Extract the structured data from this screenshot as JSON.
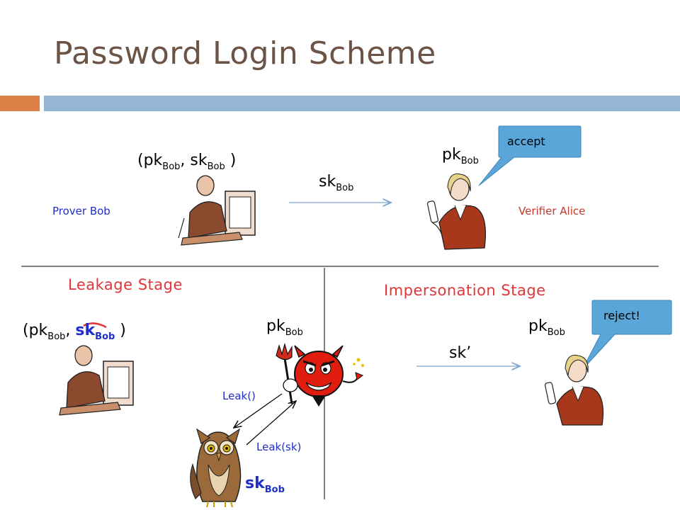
{
  "title": "Password Login Scheme",
  "top": {
    "prover_keys": {
      "open": "(pk",
      "sub1": "Bob",
      "mid": ", sk",
      "sub2": "Bob",
      "close": " )"
    },
    "verifier_pk": {
      "base": "pk",
      "sub": "Bob"
    },
    "message": {
      "base": "sk",
      "sub": "Bob"
    },
    "prover_label": "Prover Bob",
    "verifier_label": "Verifier Alice",
    "bubble": "accept"
  },
  "stages": {
    "leakage": "Leakage Stage",
    "impersonation": "Impersonation Stage"
  },
  "bottom": {
    "prover_keys": {
      "open": "(pk",
      "sub1": "Bob",
      "mid": ", ",
      "sk": "sk",
      "sub2": "Bob",
      "close": " )"
    },
    "adversary_pk": {
      "base": "pk",
      "sub": "Bob"
    },
    "verifier_pk": {
      "base": "pk",
      "sub": "Bob"
    },
    "forged": "sk’",
    "bubble": "reject!",
    "leak_query": "Leak()",
    "leak_answer": "Leak(sk)",
    "oracle_sk": {
      "base": "sk",
      "sub": "Bob"
    }
  },
  "colors": {
    "title": "#6b5346",
    "accent_orange": "#dd8047",
    "accent_blue": "#94b6d2",
    "label_blue": "#1f2fc8",
    "label_red": "#c0392b",
    "stage_red": "#e0363a",
    "bubble_fill": "#5aa6d8"
  }
}
